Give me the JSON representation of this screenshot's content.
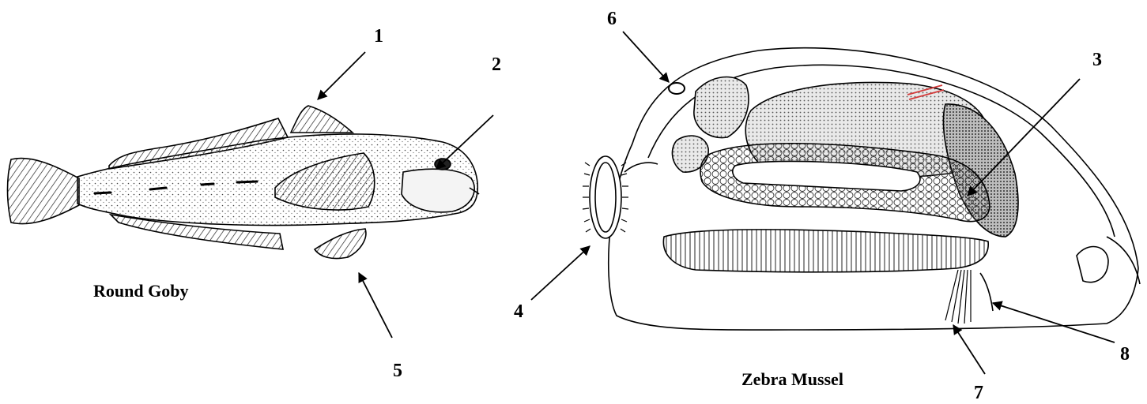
{
  "captions": {
    "goby": "Round Goby",
    "mussel": "Zebra Mussel"
  },
  "callouts": [
    "1",
    "2",
    "3",
    "4",
    "5",
    "6",
    "7",
    "8"
  ],
  "colors": {
    "ink": "#000000",
    "paper": "#ffffff",
    "tissue": "#e6e6e6",
    "accent": "#d23b3b"
  }
}
